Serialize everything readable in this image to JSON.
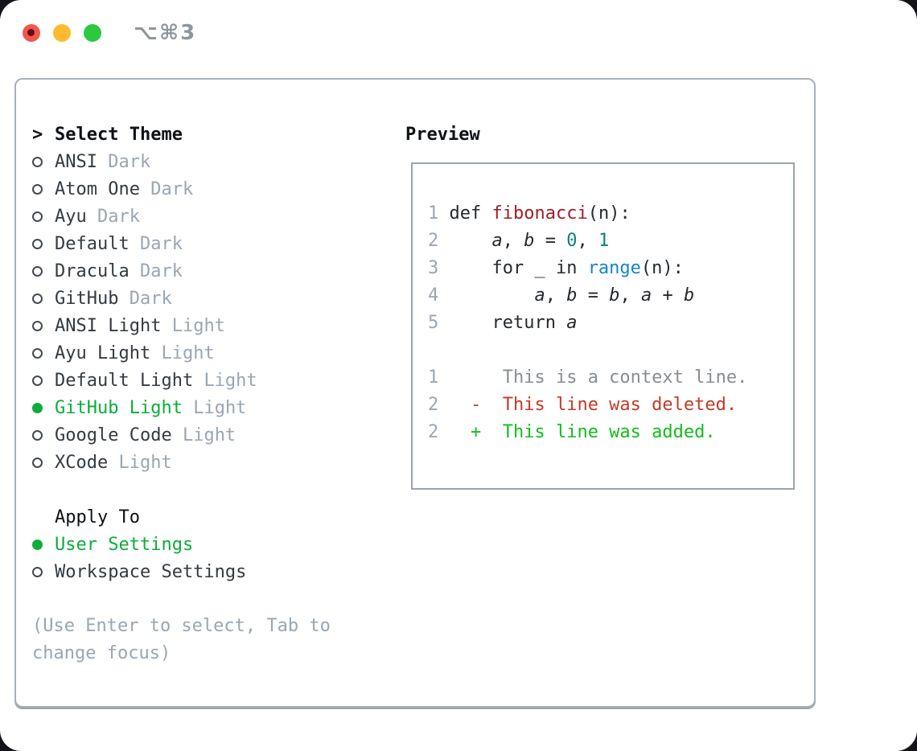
{
  "window": {
    "title": "⌥⌘3",
    "traffic_lights": [
      {
        "name": "close-button"
      },
      {
        "name": "minimize-button"
      },
      {
        "name": "zoom-button"
      }
    ]
  },
  "colors": {
    "selection_green": "#0cad3a",
    "added_green": "#12bd1e",
    "deleted_red": "#c23b28",
    "function_red": "#a01e28",
    "number_teal": "#0f7d82",
    "builtin_blue": "#1586cd",
    "muted_gray": "#9aa6b4"
  },
  "theme_picker": {
    "prompt": ">",
    "heading": "Select Theme",
    "themes": [
      {
        "name": "ANSI",
        "variant": "Dark",
        "selected": false
      },
      {
        "name": "Atom One",
        "variant": "Dark",
        "selected": false
      },
      {
        "name": "Ayu",
        "variant": "Dark",
        "selected": false
      },
      {
        "name": "Default",
        "variant": "Dark",
        "selected": false
      },
      {
        "name": "Dracula",
        "variant": "Dark",
        "selected": false
      },
      {
        "name": "GitHub",
        "variant": "Dark",
        "selected": false
      },
      {
        "name": "ANSI Light",
        "variant": "Light",
        "selected": false
      },
      {
        "name": "Ayu Light",
        "variant": "Light",
        "selected": false
      },
      {
        "name": "Default Light",
        "variant": "Light",
        "selected": false
      },
      {
        "name": "GitHub Light",
        "variant": "Light",
        "selected": true
      },
      {
        "name": "Google Code",
        "variant": "Light",
        "selected": false
      },
      {
        "name": "XCode",
        "variant": "Light",
        "selected": false
      }
    ],
    "apply_heading": "Apply To",
    "apply_options": [
      {
        "label": "User Settings",
        "selected": true
      },
      {
        "label": "Workspace Settings",
        "selected": false
      }
    ],
    "hint": "(Use Enter to select, Tab to change focus)"
  },
  "preview": {
    "heading": "Preview",
    "lines": [
      {
        "num": "1",
        "tokens": [
          {
            "t": " def ",
            "s": "plain"
          },
          {
            "t": "fibonacci",
            "s": "func"
          },
          {
            "t": "(n):",
            "s": "plain"
          }
        ]
      },
      {
        "num": "2",
        "tokens": [
          {
            "t": "     ",
            "s": "plain"
          },
          {
            "t": "a",
            "s": "var"
          },
          {
            "t": ", ",
            "s": "plain"
          },
          {
            "t": "b",
            "s": "var"
          },
          {
            "t": " = ",
            "s": "plain"
          },
          {
            "t": "0",
            "s": "num"
          },
          {
            "t": ", ",
            "s": "plain"
          },
          {
            "t": "1",
            "s": "num"
          }
        ]
      },
      {
        "num": "3",
        "tokens": [
          {
            "t": "     for _ in ",
            "s": "plain"
          },
          {
            "t": "range",
            "s": "builtin"
          },
          {
            "t": "(n):",
            "s": "plain"
          }
        ]
      },
      {
        "num": "4",
        "tokens": [
          {
            "t": "         ",
            "s": "plain"
          },
          {
            "t": "a",
            "s": "var"
          },
          {
            "t": ", ",
            "s": "plain"
          },
          {
            "t": "b",
            "s": "var"
          },
          {
            "t": " = ",
            "s": "plain"
          },
          {
            "t": "b",
            "s": "var"
          },
          {
            "t": ", ",
            "s": "plain"
          },
          {
            "t": "a",
            "s": "var"
          },
          {
            "t": " + ",
            "s": "plain"
          },
          {
            "t": "b",
            "s": "var"
          }
        ]
      },
      {
        "num": "5",
        "tokens": [
          {
            "t": "     return ",
            "s": "plain"
          },
          {
            "t": "a",
            "s": "var"
          }
        ]
      },
      {
        "num": "",
        "tokens": []
      },
      {
        "num": "1",
        "tokens": [
          {
            "t": "      This is a context line.",
            "s": "ctx"
          }
        ]
      },
      {
        "num": "2",
        "tokens": [
          {
            "t": "   ",
            "s": "plain"
          },
          {
            "t": "-  This line was deleted.",
            "s": "del"
          }
        ]
      },
      {
        "num": "2",
        "tokens": [
          {
            "t": "   ",
            "s": "plain"
          },
          {
            "t": "+  This line was added.",
            "s": "add"
          }
        ]
      }
    ]
  }
}
